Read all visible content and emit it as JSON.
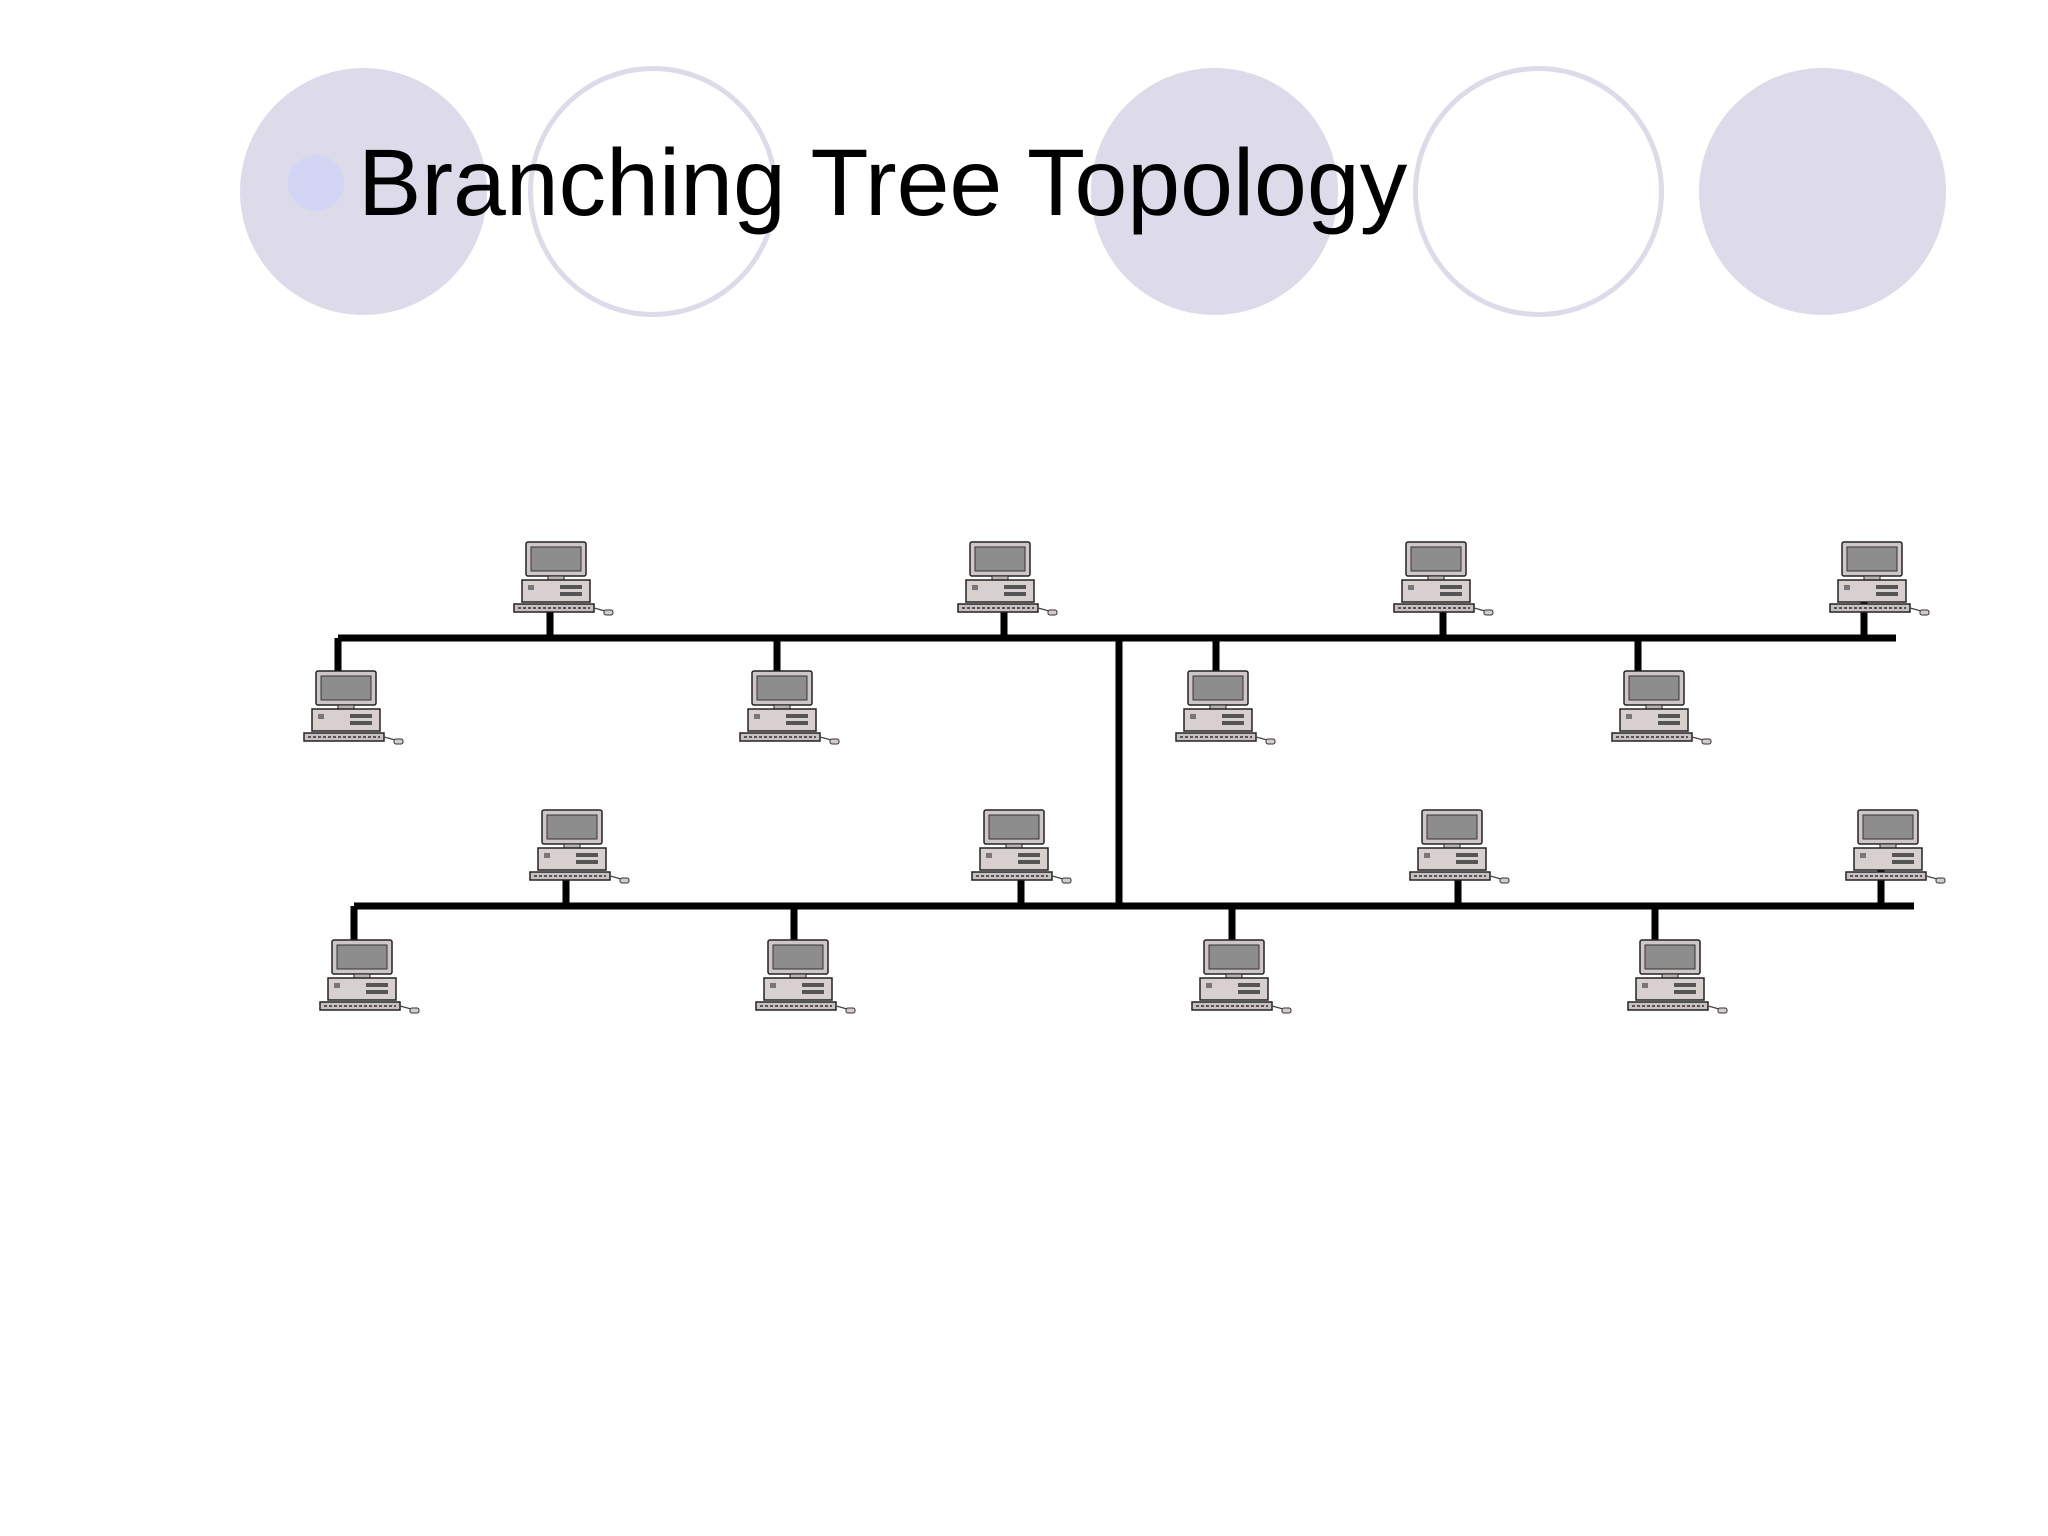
{
  "slide": {
    "title": "Branching Tree Topology",
    "bullet_color": "#d4d4f5",
    "decor_color": "#dddbea"
  },
  "diagram": {
    "type": "tree-topology",
    "node_icon": "desktop-computer-icon",
    "trunk_count": 2,
    "computers_per_trunk": 8,
    "trunk_link": "vertical backbone joining both trunks",
    "line_color": "#000000"
  }
}
